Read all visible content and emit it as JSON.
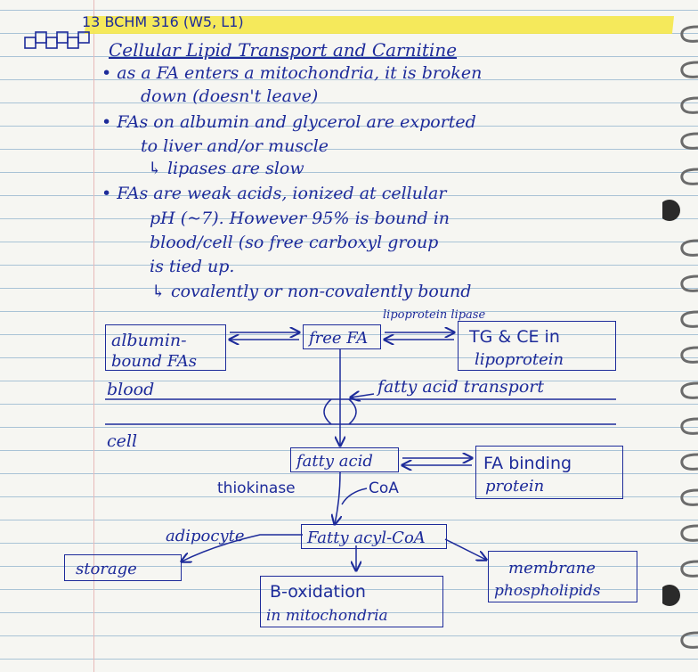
{
  "header": {
    "page_ref": "13 BCHM 316 (W5, L1)"
  },
  "title": "Cellular Lipid Transport and Carnitine",
  "bullets": [
    {
      "lines": [
        "• as a FA enters a mitochondria, it is broken",
        "down (doesn't leave)"
      ]
    },
    {
      "lines": [
        "• FAs on albumin and glycerol are exported",
        "to liver and/or muscle"
      ],
      "sub": "↳ lipases are slow"
    },
    {
      "lines": [
        "• FAs are weak acids, ionized at cellular",
        "pH (~7). However 95% is bound in",
        "blood/cell (so free carboxyl group",
        "is tied up."
      ],
      "sub": "↳ covalently or non-covalently bound"
    }
  ],
  "diagram": {
    "albumin_box": [
      "albumin-",
      "bound FAs"
    ],
    "free_fa": "free FA",
    "lipoprotein_lipase": "lipoprotein lipase",
    "tg_box": [
      "TG & CE in",
      "lipoprotein"
    ],
    "blood_label": "blood",
    "transport_label": "fatty acid transport",
    "cell_label": "cell",
    "fatty_acid": "fatty acid",
    "binding_box": [
      "FA binding",
      "protein"
    ],
    "thiokinase": "thiokinase",
    "coa": "CoA",
    "fatty_acyl_coa": "Fatty acyl-CoA",
    "adipocyte": "adipocyte",
    "storage": "storage",
    "b_oxidation": [
      "B-oxidation",
      "in mitochondria"
    ],
    "membrane_box": [
      "membrane",
      "phospholipids"
    ]
  },
  "colors": {
    "ink": "#1d2b9a",
    "highlight": "#f5e84a",
    "rule_line": "#a9c3d6",
    "paper": "#f6f6f2"
  }
}
